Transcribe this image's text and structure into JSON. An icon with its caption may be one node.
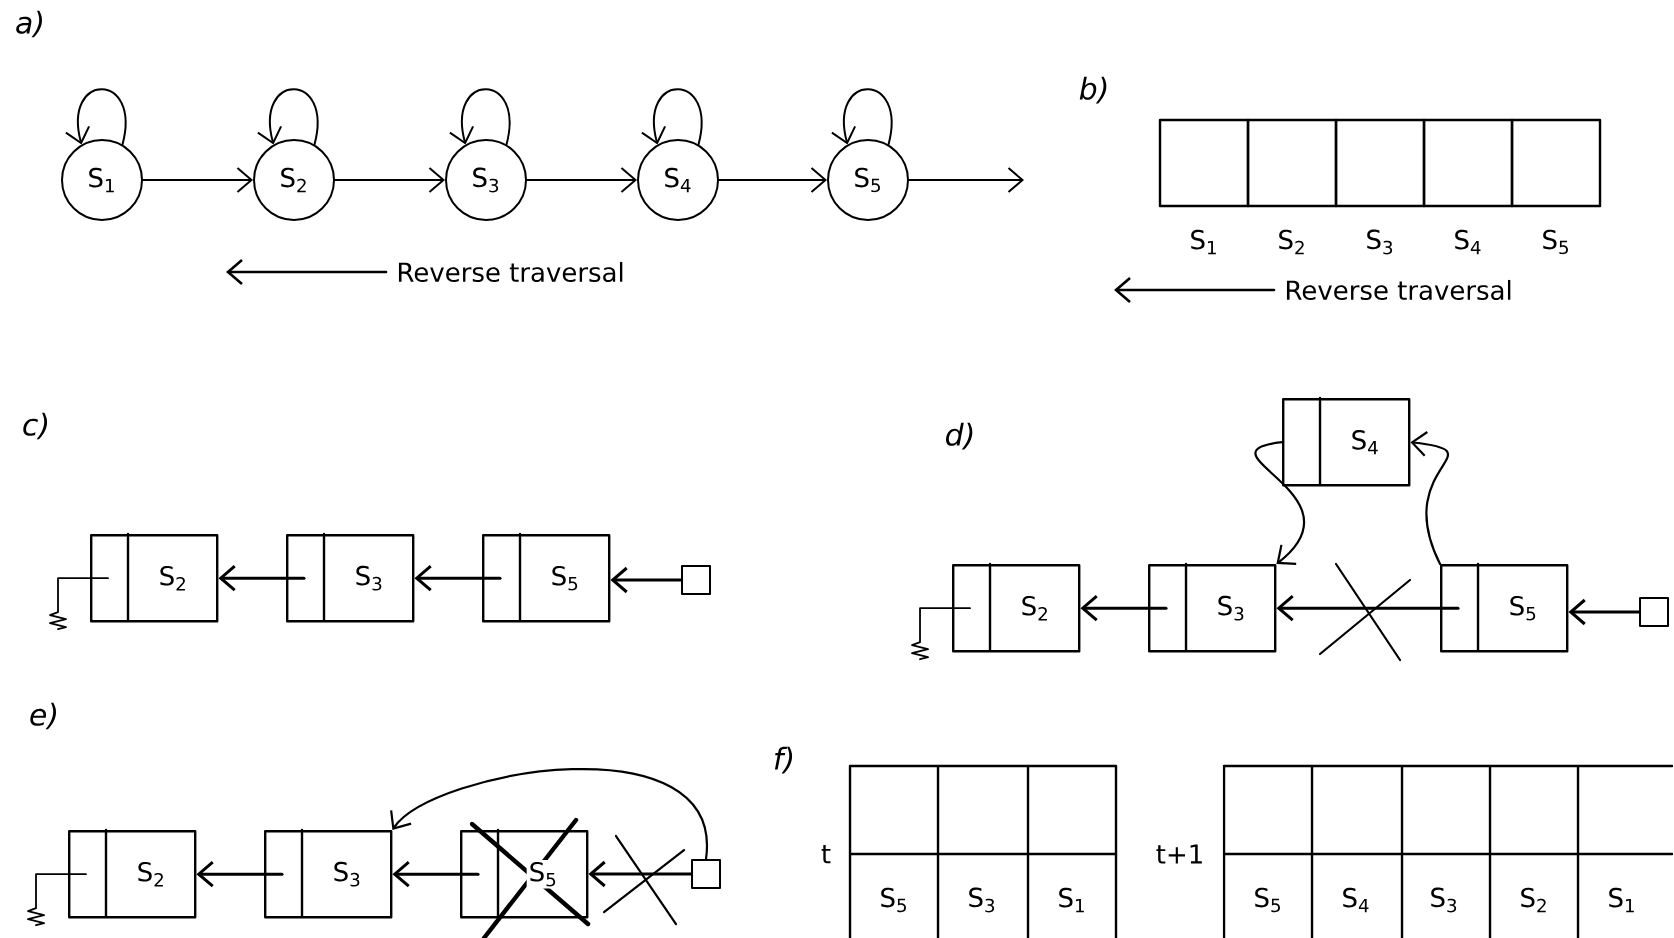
{
  "diagram": {
    "nodes": [
      {
        "text": [
          "S$_{1}$"
        ]
      },
      {
        "text": [
          "S$_{2}$"
        ]
      },
      {
        "text": [
          "S$_{3}$"
        ]
      },
      {
        "text": [
          "S$_{4}$"
        ]
      },
      {
        "text": [
          "S$_{5}$"
        ]
      },
      {
        "text": [
          "S$_{2}$"
        ]
      },
      {
        "text": [
          "S$_{3}$"
        ]
      },
      {
        "text": [
          "S$_{5}$"
        ]
      },
      {
        "text": [],
        "shape": "box"
      },
      {
        "text": [
          "S$_{4}$"
        ]
      },
      {
        "text": [
          "S$_{2}$"
        ]
      },
      {
        "text": [
          "S$_{3}$"
        ]
      },
      {
        "text": [
          "S$_{5}$"
        ]
      },
      {
        "text": [],
        "shape": "box"
      },
      {
        "text": [
          "S$_{2}$"
        ]
      },
      {
        "text": [
          "S$_{3}$"
        ]
      },
      {
        "text": [
          "S$_{5}$"
        ]
      },
      {
        "text": [],
        "shape": "box"
      }
    ],
    "edges": [
      {
        "from": 0,
        "to": 0,
        "arrow": "to"
      },
      {
        "from": 1,
        "to": 1,
        "arrow": "to"
      },
      {
        "from": 2,
        "to": 2,
        "arrow": "to"
      },
      {
        "from": 3,
        "to": 3,
        "arrow": "to"
      },
      {
        "from": 4,
        "to": 4,
        "arrow": "to"
      },
      {
        "from": 0,
        "to": 1,
        "arrow": "to"
      },
      {
        "from": 1,
        "to": 2,
        "arrow": "to"
      },
      {
        "from": 2,
        "to": 3,
        "arrow": "to"
      },
      {
        "from": 3,
        "to": 4,
        "arrow": "to"
      },
      {
        "from": 4,
        "to": null,
        "arrow": "to"
      },
      {
        "from": 6,
        "to": 5,
        "arrow": "to"
      },
      {
        "from": 7,
        "to": 6,
        "arrow": "to"
      },
      {
        "from": 8,
        "to": 7,
        "arrow": "to"
      },
      {
        "from": 11,
        "to": 10,
        "arrow": "to"
      },
      {
        "from": 12,
        "to": 11,
        "arrow": "to"
      },
      {
        "from": 9,
        "to": 11,
        "arrow": "to"
      },
      {
        "from": 12,
        "to": 9,
        "arrow": "to"
      },
      {
        "from": 13,
        "to": 12,
        "arrow": "to"
      },
      {
        "from": 15,
        "to": 14,
        "arrow": "to"
      },
      {
        "from": 16,
        "to": 15,
        "arrow": "to"
      },
      {
        "from": 17,
        "to": 16,
        "arrow": "to"
      },
      {
        "from": 17,
        "to": 15,
        "arrow": "to"
      }
    ],
    "labels": [
      "a)",
      "Reverse traversal",
      "b)",
      "S$_{1}$",
      "S$_{2}$",
      "S$_{3}$",
      "S$_{4}$",
      "S$_{5}$",
      "Reverse traversal",
      "c)",
      "d)",
      "e)",
      "f)",
      "t",
      "S$_{5}$",
      "S$_{3}$",
      "S$_{1}$",
      "t+1",
      "S$_{5}$",
      "S$_{4}$",
      "S$_{3}$",
      "S$_{2}$",
      "S$_{1}$"
    ]
  }
}
